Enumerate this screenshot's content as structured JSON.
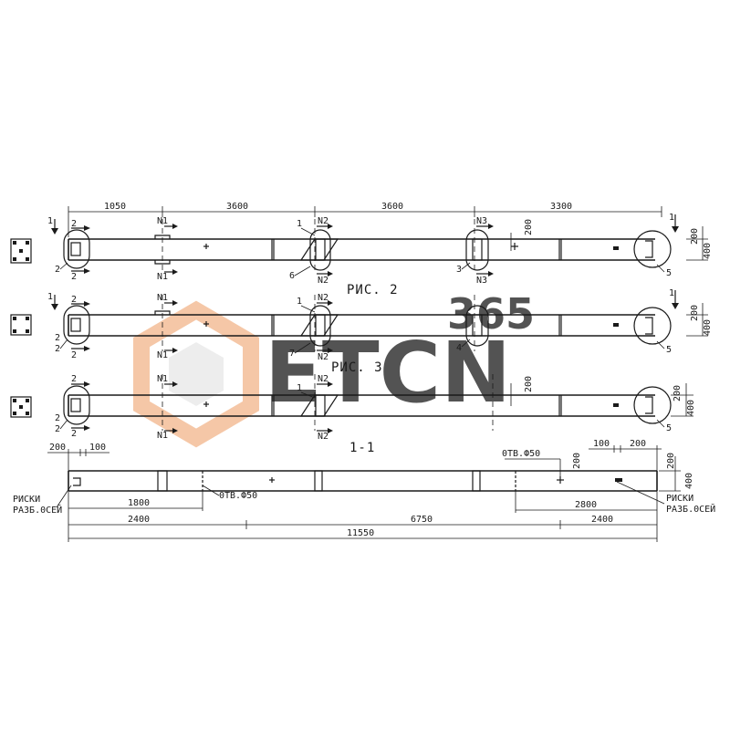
{
  "watermark": {
    "brand": "ETCN",
    "number": "365",
    "color_orange": "#f2b58a",
    "color_gray": "#d9d9d9"
  },
  "top_dims": [
    "1050",
    "3600",
    "3600",
    "3300"
  ],
  "fig_captions": [
    "РИС. 2",
    "РИС. 3"
  ],
  "section_title": "1-1",
  "section_marks": {
    "one": "1",
    "two": "2",
    "n1": "N1",
    "n2": "N2",
    "n3": "N3"
  },
  "callouts": {
    "c1": "1",
    "c2": "2",
    "c3": "3",
    "c4": "4",
    "c5": "5",
    "c6": "6",
    "c7": "7"
  },
  "vertical_dims": {
    "d200": "200",
    "d400": "400"
  },
  "bottom": {
    "left_small_200": "200",
    "left_small_100": "100",
    "right_small_100": "100",
    "right_small_200": "200",
    "hole_left": "0ТВ.Ф50",
    "hole_right": "0ТВ.Ф50",
    "risk_left_1": "РИСКИ",
    "risk_left_2": "РАЗБ.0СЕЙ",
    "risk_right_1": "РИСКИ",
    "risk_right_2": "РАЗБ.0СЕЙ",
    "d1800": "1800",
    "d2800": "2800",
    "d2400a": "2400",
    "d6750": "6750",
    "d2400b": "2400",
    "d11550": "11550",
    "d200v": "200",
    "d200v2": "200",
    "d400v": "400"
  }
}
